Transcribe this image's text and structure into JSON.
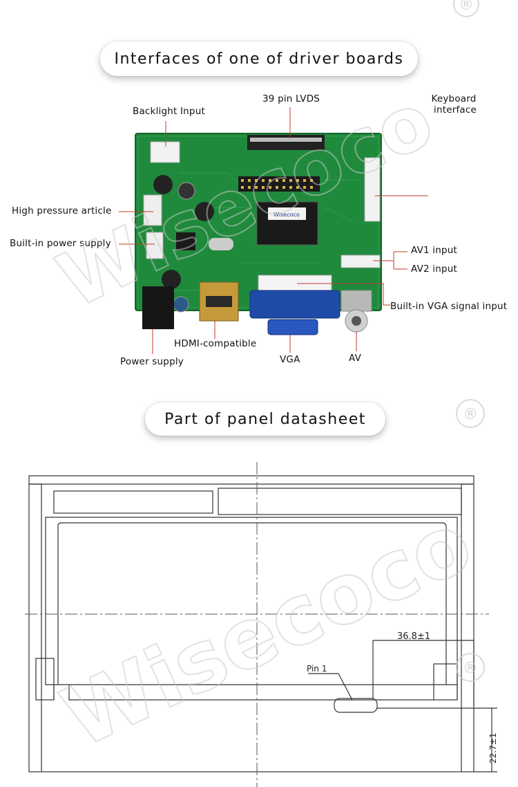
{
  "section1": {
    "title": "Interfaces of one of driver boards"
  },
  "section2": {
    "title": "Part of panel datasheet"
  },
  "board": {
    "logo_text": "Wisecoco",
    "callouts": {
      "lvds": "39 pin LVDS",
      "keyboard_line1": "Keyboard",
      "keyboard_line2": "interface",
      "backlight": "Backlight Input",
      "high_pressure": "High pressure article",
      "builtin_power": "Built-in power supply",
      "av1": "AV1 input",
      "av2": "AV2 input",
      "builtin_vga": "Built-in VGA signal input",
      "hdmi": "HDMI-compatible",
      "power": "Power supply",
      "vga": "VGA",
      "av": "AV"
    }
  },
  "datasheet": {
    "dim_width": "36.8±1",
    "pin_label": "Pin 1",
    "dim_height": "22.7±1"
  },
  "watermark": {
    "text": "Wisecoco",
    "mark": "®"
  },
  "colors": {
    "pcb": "#1f8a3c",
    "callout_line": "#c0392b",
    "drawing": "#333333"
  }
}
